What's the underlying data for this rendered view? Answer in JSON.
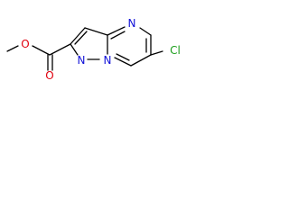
{
  "molecule": {
    "atoms": {
      "methyl_oxygen": "O",
      "carbonyl_oxygen": "O",
      "pyrazole_nitrogen": "N",
      "bridgehead_nitrogen": "N",
      "pyrimidine_nitrogen": "N",
      "chlorine": "Cl"
    },
    "colors": {
      "bond": "#000000",
      "oxygen": "#e0000e",
      "nitrogen": "#1010d8",
      "chlorine": "#1c9e1c"
    }
  }
}
